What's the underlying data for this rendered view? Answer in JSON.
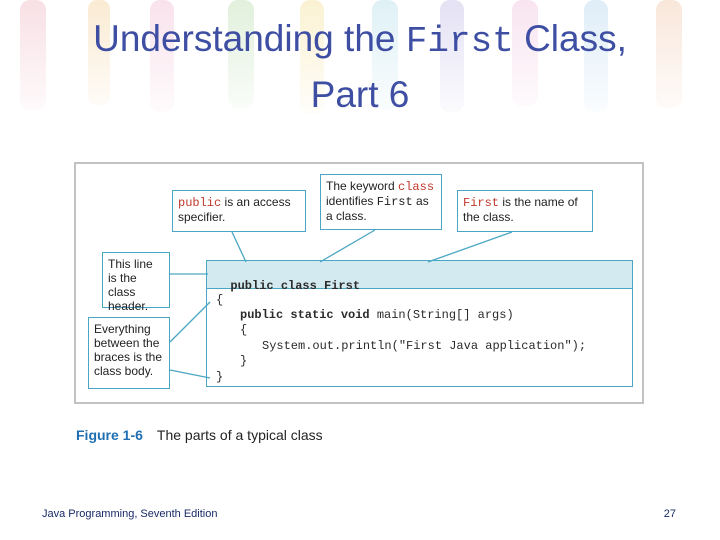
{
  "slide": {
    "title_part1": "Understanding the",
    "title_code": "First",
    "title_part2": "Class,",
    "title_line2": "Part 6"
  },
  "figure": {
    "code": {
      "line1": "public class First",
      "line2": "{",
      "line3_kw": "public static void",
      "line3_rest": " main(String[] args)",
      "line4": "{",
      "line5": "System.out.println(\"First Java application\");",
      "line6": "}",
      "line7": "}"
    },
    "callouts": {
      "public_code": "public",
      "public_text": " is an access specifier.",
      "keyword_text1": "The keyword ",
      "keyword_code": "class",
      "keyword_text2": " identifies ",
      "keyword_code2": "First",
      "keyword_text3": " as a class.",
      "name_code": "First",
      "name_text": " is the name of the class.",
      "header_text": "This line is the class header.",
      "body_text": "Everything between the braces is the class body."
    },
    "caption_label": "Figure 1-6",
    "caption_text": "The parts of a typical class"
  },
  "footer": {
    "book": "Java Programming, Seventh Edition",
    "page": "27"
  },
  "colors": {
    "title": "#3d4ea3",
    "accent_border": "#4aa6c2",
    "header_band": "#d4eaf1",
    "code_highlight": "#c0392b",
    "figure_label": "#1f6fb2"
  }
}
